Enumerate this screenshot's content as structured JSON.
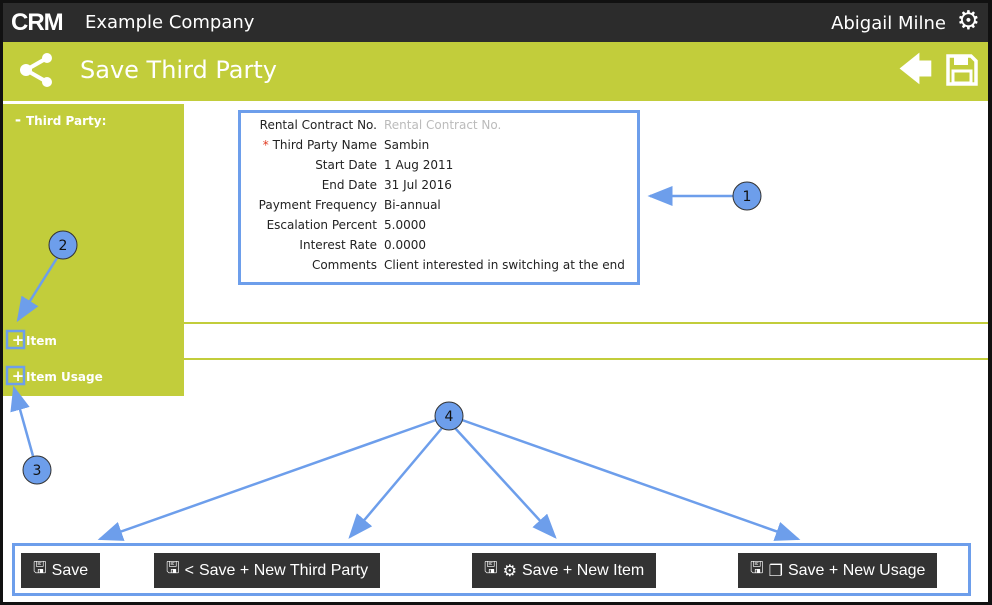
{
  "topbar": {
    "logo": "CRM",
    "company": "Example Company",
    "user": "Abigail Milne",
    "settings_icon": "gear-icon"
  },
  "header": {
    "title": "Save Third Party",
    "icon": "share-icon",
    "back_icon": "arrow-left-icon",
    "save_icon": "floppy-icon"
  },
  "sections": [
    {
      "toggle": "-",
      "label": "Third Party:"
    },
    {
      "toggle": "+",
      "label": "Item"
    },
    {
      "toggle": "+",
      "label": "Item Usage"
    }
  ],
  "form": {
    "fields": [
      {
        "label": "Rental Contract No.",
        "value": "",
        "placeholder": "Rental Contract No."
      },
      {
        "label": "Third Party Name",
        "value": "Sambin",
        "required": "*"
      },
      {
        "label": "Start Date",
        "value": "1 Aug 2011"
      },
      {
        "label": "End Date",
        "value": "31 Jul 2016"
      },
      {
        "label": "Payment Frequency",
        "value": "Bi-annual"
      },
      {
        "label": "Escalation Percent",
        "value": "5.0000"
      },
      {
        "label": "Interest Rate",
        "value": "0.0000"
      },
      {
        "label": "Comments",
        "value": "Client interested in switching at the end"
      }
    ]
  },
  "buttons": [
    {
      "label": "Save"
    },
    {
      "label": "Save + New Third Party"
    },
    {
      "label": "Save + New Item"
    },
    {
      "label": "Save + New Usage"
    }
  ],
  "callouts": [
    "1",
    "2",
    "3",
    "4"
  ],
  "colors": {
    "green": "#c2cd3b",
    "dark": "#2c2c2c",
    "callout": "#6d9eeb"
  }
}
